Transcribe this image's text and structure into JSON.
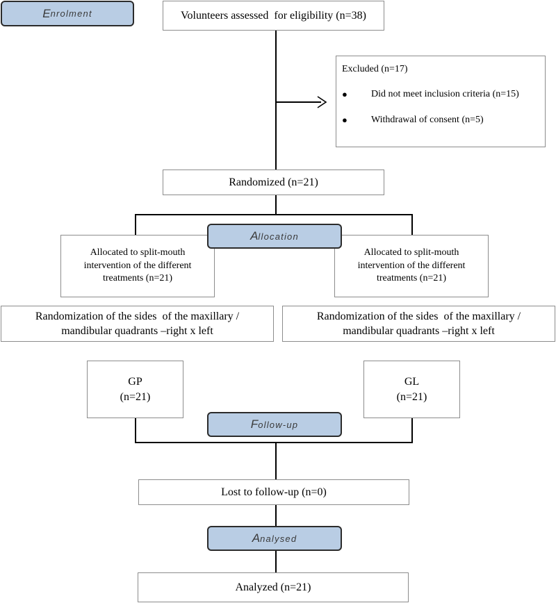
{
  "stages": {
    "enrolment": {
      "cap": "E",
      "rest": "nrolment"
    },
    "allocation": {
      "cap": "A",
      "rest": "llocation"
    },
    "followup": {
      "cap": "F",
      "rest": "ollow-up"
    },
    "analysed": {
      "cap": "A",
      "rest": "nalysed"
    }
  },
  "boxes": {
    "assessed": "Volunteers assessed  for eligibility (n=38)",
    "excluded": {
      "title": "Excluded (n=17)",
      "items": [
        "Did not meet inclusion criteria (n=15)",
        "Withdrawal of consent (n=5)"
      ]
    },
    "randomized": "Randomized (n=21)",
    "allocated_left": [
      "Allocated to split-mouth",
      "intervention of the different",
      "treatments (n=21)"
    ],
    "allocated_right": [
      "Allocated to split-mouth",
      "intervention of the different",
      "treatments (n=21)"
    ],
    "sides_left": [
      "Randomization of the sides  of the maxillary /",
      "mandibular quadrants –right x left"
    ],
    "sides_right": [
      "Randomization of the sides  of the maxillary /",
      "mandibular quadrants –right x left"
    ],
    "gp": {
      "name": "GP",
      "n": "(n=21)"
    },
    "gl": {
      "name": "GL",
      "n": "(n=21)"
    },
    "lost": "Lost to follow-up (n=0)",
    "analyzed": "Analyzed (n=21)"
  }
}
